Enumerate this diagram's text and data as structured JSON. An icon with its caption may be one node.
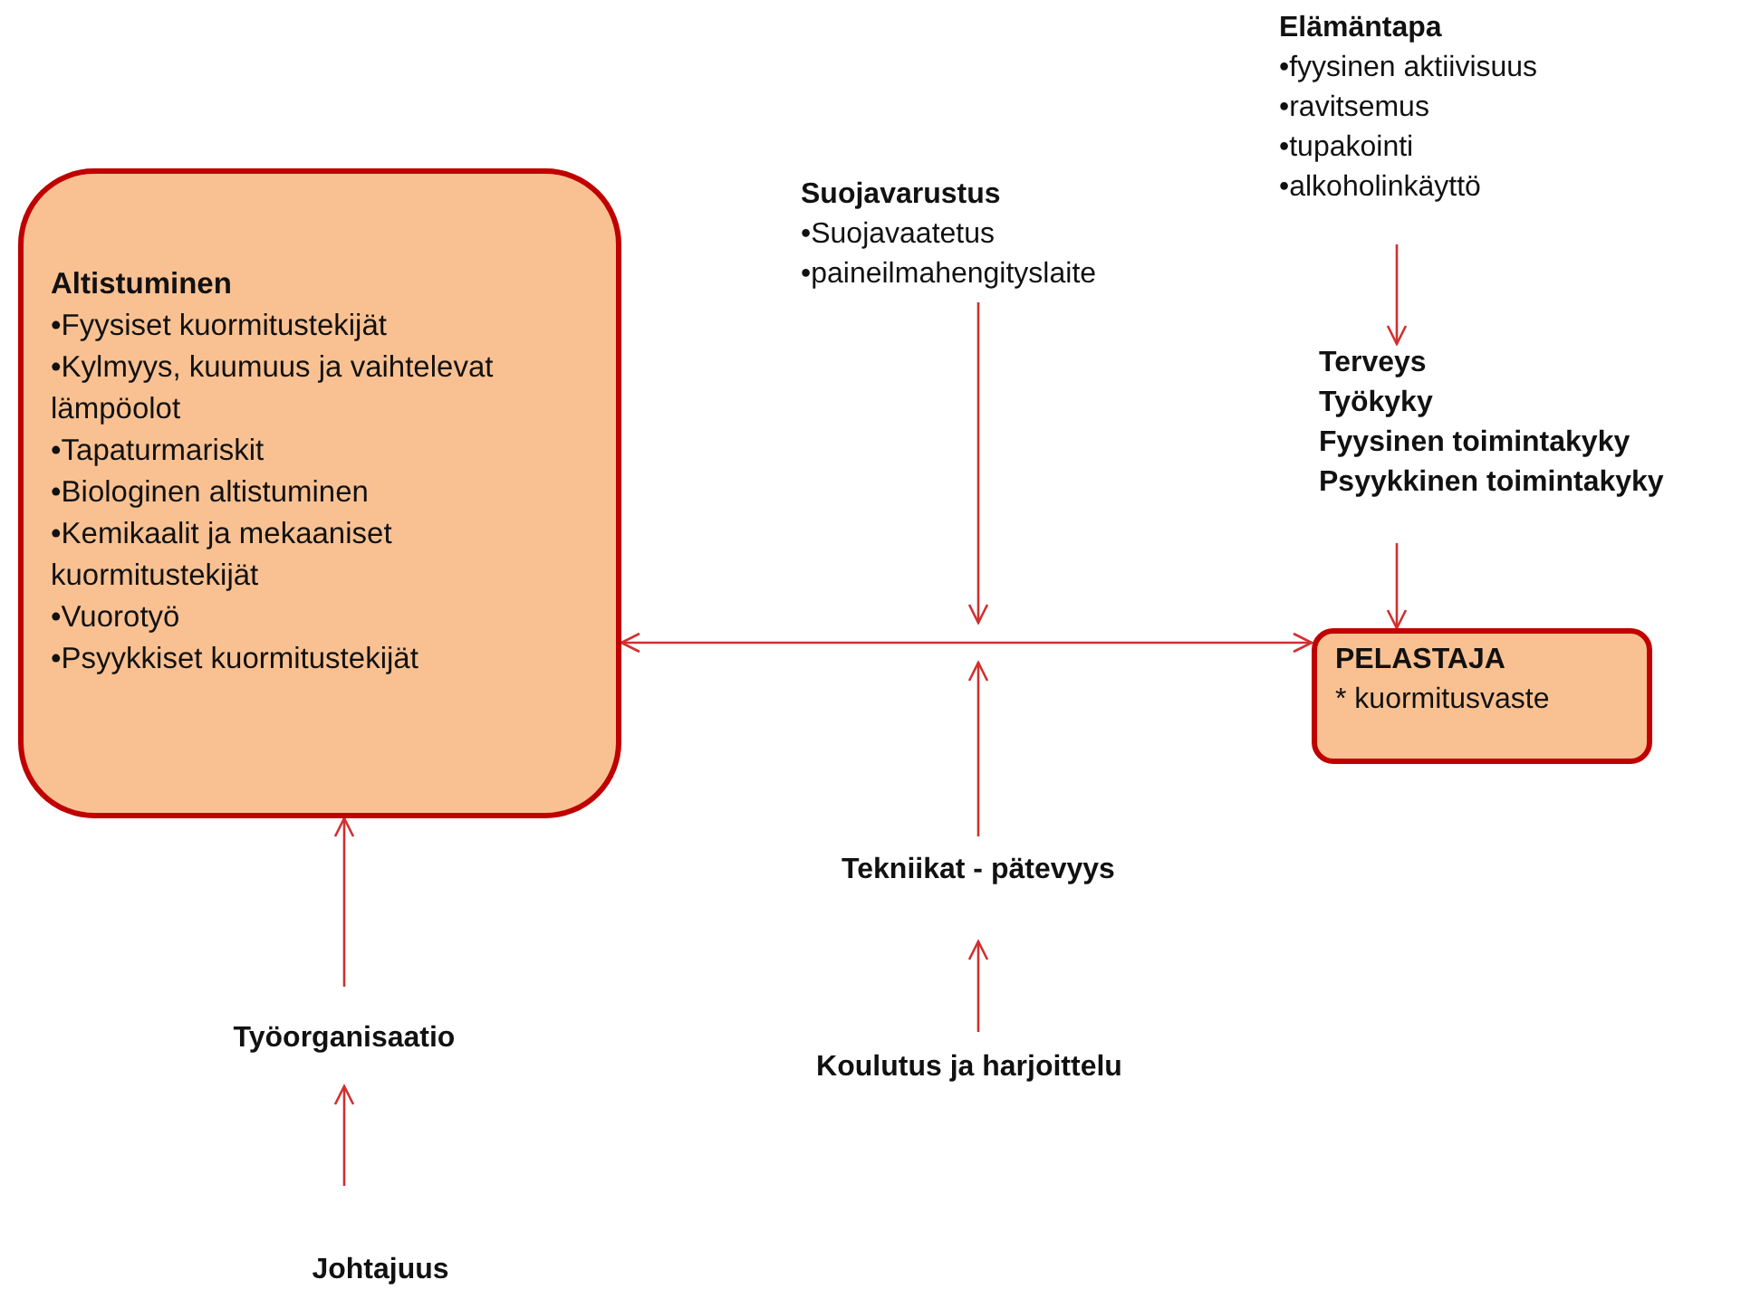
{
  "diagram": {
    "nodes": [
      {
        "text": [
          "Altistuminen",
          "•Fyysiset kuormitustekijät",
          "•Kylmyys, kuumuus ja vaihtelevat lämpöolot",
          "•Tapaturmariskit",
          "•Biologinen altistuminen",
          "•Kemikaalit ja mekaaniset kuormitustekijät",
          "•Vuorotyö",
          "•Psyykkiset kuormitustekijät"
        ]
      },
      {
        "text": [
          "Suojavarustus",
          "•Suojavaatetus",
          "•paineilmahengityslaite"
        ]
      },
      {
        "text": [
          "Elämäntapa",
          "•fyysinen aktiivisuus",
          "•ravitsemus",
          "•tupakointi",
          "•alkoholinkäyttö"
        ]
      },
      {
        "text": [
          "Terveys",
          "Työkyky",
          "Fyysinen toimintakyky",
          "Psyykkinen toimintakyky"
        ]
      },
      {
        "text": [
          "PELASTAJA",
          "* kuormitusvaste"
        ]
      },
      {
        "text": [
          "Tekniikat - pätevyys"
        ]
      },
      {
        "text": [
          "Työorganisaatio"
        ]
      },
      {
        "text": [
          "Koulutus ja harjoittelu"
        ]
      },
      {
        "text": [
          "Johtajuus"
        ]
      }
    ],
    "edges": [
      {
        "from": 0,
        "to": 4,
        "arrow": "both"
      },
      {
        "from": 1,
        "to": null,
        "arrow": "to"
      },
      {
        "from": 5,
        "to": null,
        "arrow": "to"
      },
      {
        "from": 2,
        "to": 3,
        "arrow": "to"
      },
      {
        "from": 3,
        "to": 4,
        "arrow": "to"
      },
      {
        "from": 6,
        "to": 0,
        "arrow": "to"
      },
      {
        "from": 8,
        "to": 6,
        "arrow": "to"
      },
      {
        "from": 7,
        "to": 5,
        "arrow": "to"
      }
    ]
  }
}
